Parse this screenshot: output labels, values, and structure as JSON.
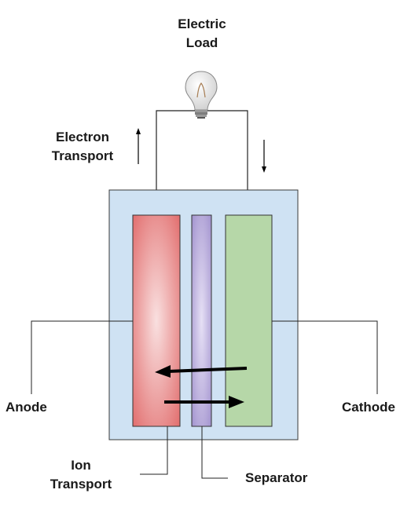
{
  "labels": {
    "electric_load_line1": "Electric",
    "electric_load_line2": "Load",
    "electron_transport_line1": "Electron",
    "electron_transport_line2": "Transport",
    "anode": "Anode",
    "cathode": "Cathode",
    "ion_transport_line1": "Ion",
    "ion_transport_line2": "Transport",
    "separator": "Separator"
  },
  "icons": [
    "light-bulb-icon",
    "arrow-up-icon",
    "arrow-down-icon",
    "arrow-left-icon",
    "arrow-right-icon"
  ],
  "colors": {
    "cell_background": "#cfe2f3",
    "anode_fill": "#e06666",
    "anode_highlight": "#f9e0e0",
    "separator_fill": "#8e7cc3",
    "separator_highlight": "#e6e0f5",
    "cathode_fill": "#b6d7a8",
    "wire": "#222222",
    "arrow": "#000000"
  }
}
